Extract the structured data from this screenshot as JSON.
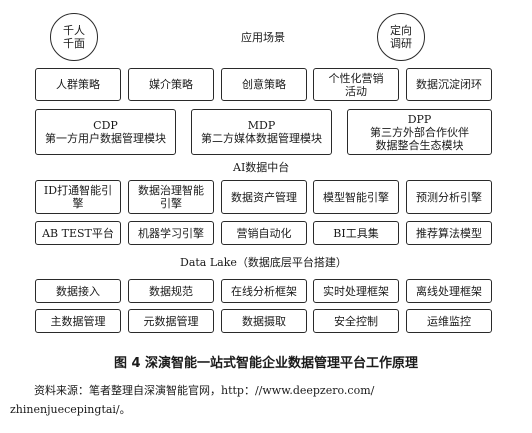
{
  "scene": {
    "header": {
      "title": "应用场景",
      "circle_left": [
        "千人",
        "千面"
      ],
      "circle_right": [
        "定向",
        "调研"
      ]
    },
    "scenario_boxes": [
      "人群策略",
      "媒介策略",
      "创意策略",
      "个性化营销\n活动",
      "数据沉淀闭环"
    ],
    "modules": [
      {
        "name": "CDP",
        "desc": "第一方用户数据管理模块"
      },
      {
        "name": "MDP",
        "desc": "第二方媒体数据管理模块"
      },
      {
        "name": "DPP",
        "desc": "第三方外部合作伙伴\n数据整合生态模块"
      }
    ],
    "ai_label": "AI数据中台",
    "ai_row1": [
      "ID打通智能引\n擎",
      "数据治理智能\n引擎",
      "数据资产管理",
      "模型智能引擎",
      "预测分析引擎"
    ],
    "ai_row2": [
      "AB TEST平台",
      "机器学习引擎",
      "营销自动化",
      "BI工具集",
      "推荐算法模型"
    ],
    "lake_label": "Data Lake（数据底层平台搭建）",
    "lake_row1": [
      "数据接入",
      "数据规范",
      "在线分析框架",
      "实时处理框架",
      "离线处理框架"
    ],
    "lake_row2": [
      "主数据管理",
      "元数据管理",
      "数据摄取",
      "安全控制",
      "运维监控"
    ],
    "caption": "图 4   深演智能一站式智能企业数据管理平台工作原理",
    "source_line1": "资料来源：笔者整理自深演智能官网，http：//www.deepzero.com/",
    "source_line2": "zhinenjuecepingtai/。"
  }
}
